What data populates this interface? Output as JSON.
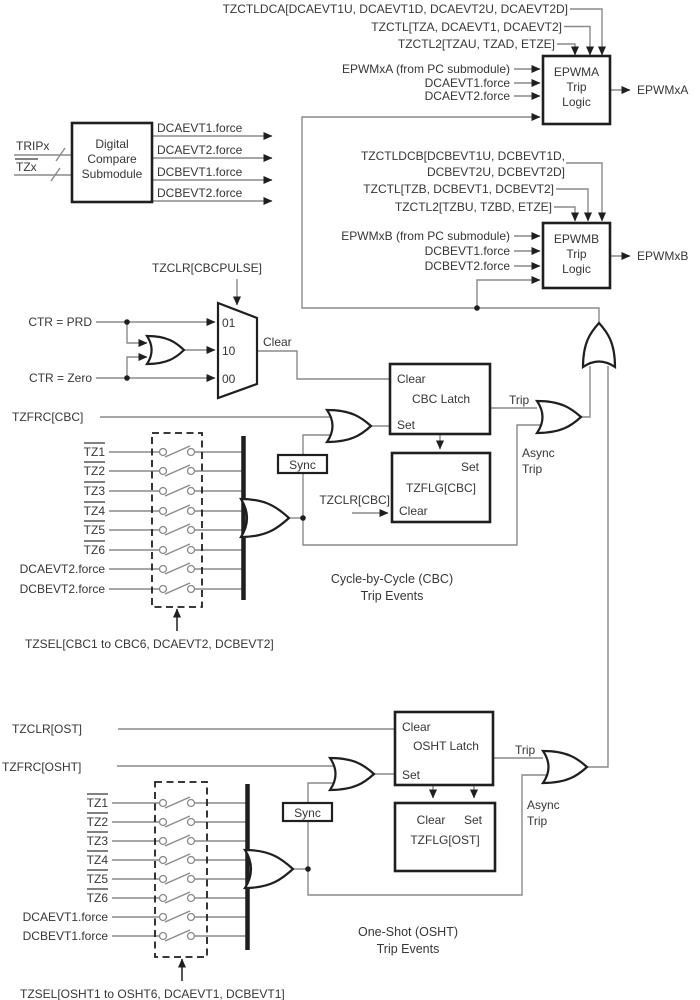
{
  "colors": {
    "wire": "#8a8a8a",
    "component": "#1f1f1f",
    "text": "#363636"
  },
  "epwma": {
    "reg_lines": [
      "TZCTLDCA[DCAEVT1U, DCAEVT1D, DCAEVT2U, DCAEVT2D]",
      "TZCTL[TZA, DCAEVT1, DCAEVT2]",
      "TZCTL2[TZAU, TZAD, ETZE]"
    ],
    "inputs": [
      "EPWMxA (from PC submodule)",
      "DCAEVT1.force",
      "DCAEVT2.force"
    ],
    "box": [
      "EPWMA",
      "Trip",
      "Logic"
    ],
    "output": "EPWMxA"
  },
  "dc": {
    "inputs": [
      "TRIPx",
      "TZx"
    ],
    "box": [
      "Digital",
      "Compare",
      "Submodule"
    ],
    "outputs": [
      "DCAEVT1.force",
      "DCAEVT2.force",
      "DCBEVT1.force",
      "DCBEVT2.force"
    ]
  },
  "epwmb": {
    "reg_lines": [
      "TZCTLDCB[DCBEVT1U, DCBEVT1D,",
      "DCBEVT2U, DCBEVT2D]",
      "TZCTL[TZB, DCBEVT1, DCBEVT2]",
      "TZCTL2[TZBU, TZBD, ETZE]"
    ],
    "inputs": [
      "EPWMxB (from PC submodule)",
      "DCBEVT1.force",
      "DCBEVT2.force"
    ],
    "box": [
      "EPWMB",
      "Trip",
      "Logic"
    ],
    "output": "EPWMxB"
  },
  "mux": {
    "select": "TZCLR[CBCPULSE]",
    "input_prd": "CTR = PRD",
    "input_zero": "CTR = Zero",
    "ports": [
      "01",
      "10",
      "00"
    ],
    "output_label": "Clear"
  },
  "cbc": {
    "force": "TZFRC[CBC]",
    "latch_title": "CBC Latch",
    "latch_clear": "Clear",
    "latch_set": "Set",
    "trip": "Trip",
    "async_line1": "Async",
    "async_line2": "Trip",
    "sync": "Sync",
    "flag_title": "TZFLG[CBC]",
    "flag_set": "Set",
    "flag_clear": "Clear",
    "flag_clr_signal": "TZCLR[CBC]",
    "tz_inputs": [
      "TZ1",
      "TZ2",
      "TZ3",
      "TZ4",
      "TZ5",
      "TZ6"
    ],
    "force_inputs": [
      "DCAEVT2.force",
      "DCBEVT2.force"
    ],
    "select": "TZSEL[CBC1 to CBC6, DCAEVT2, DCBEVT2]",
    "caption1": "Cycle-by-Cycle (CBC)",
    "caption2": "Trip Events"
  },
  "ost": {
    "clear": "TZCLR[OST]",
    "force": "TZFRC[OSHT]",
    "latch_title": "OSHT Latch",
    "latch_clear": "Clear",
    "latch_set": "Set",
    "trip": "Trip",
    "async_line1": "Async",
    "async_line2": "Trip",
    "sync": "Sync",
    "flag_title": "TZFLG[OST]",
    "flag_clear": "Clear",
    "flag_set": "Set",
    "tz_inputs": [
      "TZ1",
      "TZ2",
      "TZ3",
      "TZ4",
      "TZ5",
      "TZ6"
    ],
    "force_inputs": [
      "DCAEVT1.force",
      "DCBEVT1.force"
    ],
    "select": "TZSEL[OSHT1 to OSHT6, DCAEVT1, DCBEVT1]",
    "caption1": "One-Shot (OSHT)",
    "caption2": "Trip Events"
  }
}
